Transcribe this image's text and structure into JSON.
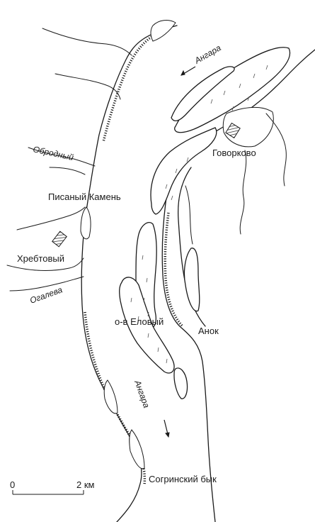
{
  "map": {
    "river_label_north": "Ангара",
    "river_label_south": "Ангара",
    "stream_obrodny": "Обродный",
    "stream_ogaleva": "Огалева",
    "place_pisany_kamen": "Писаный Камень",
    "place_khrebtovy": "Хребтовый",
    "place_govorkovo": "Говорково",
    "place_island_elovy": "о-в Еловый",
    "place_anok": "Анок",
    "place_sogrinsky_byk": "Согринский бык"
  },
  "scale_bar": {
    "start_label": "0",
    "end_label": "2 км"
  },
  "colors": {
    "ink": "#1a1a1a",
    "paper": "#ffffff"
  }
}
